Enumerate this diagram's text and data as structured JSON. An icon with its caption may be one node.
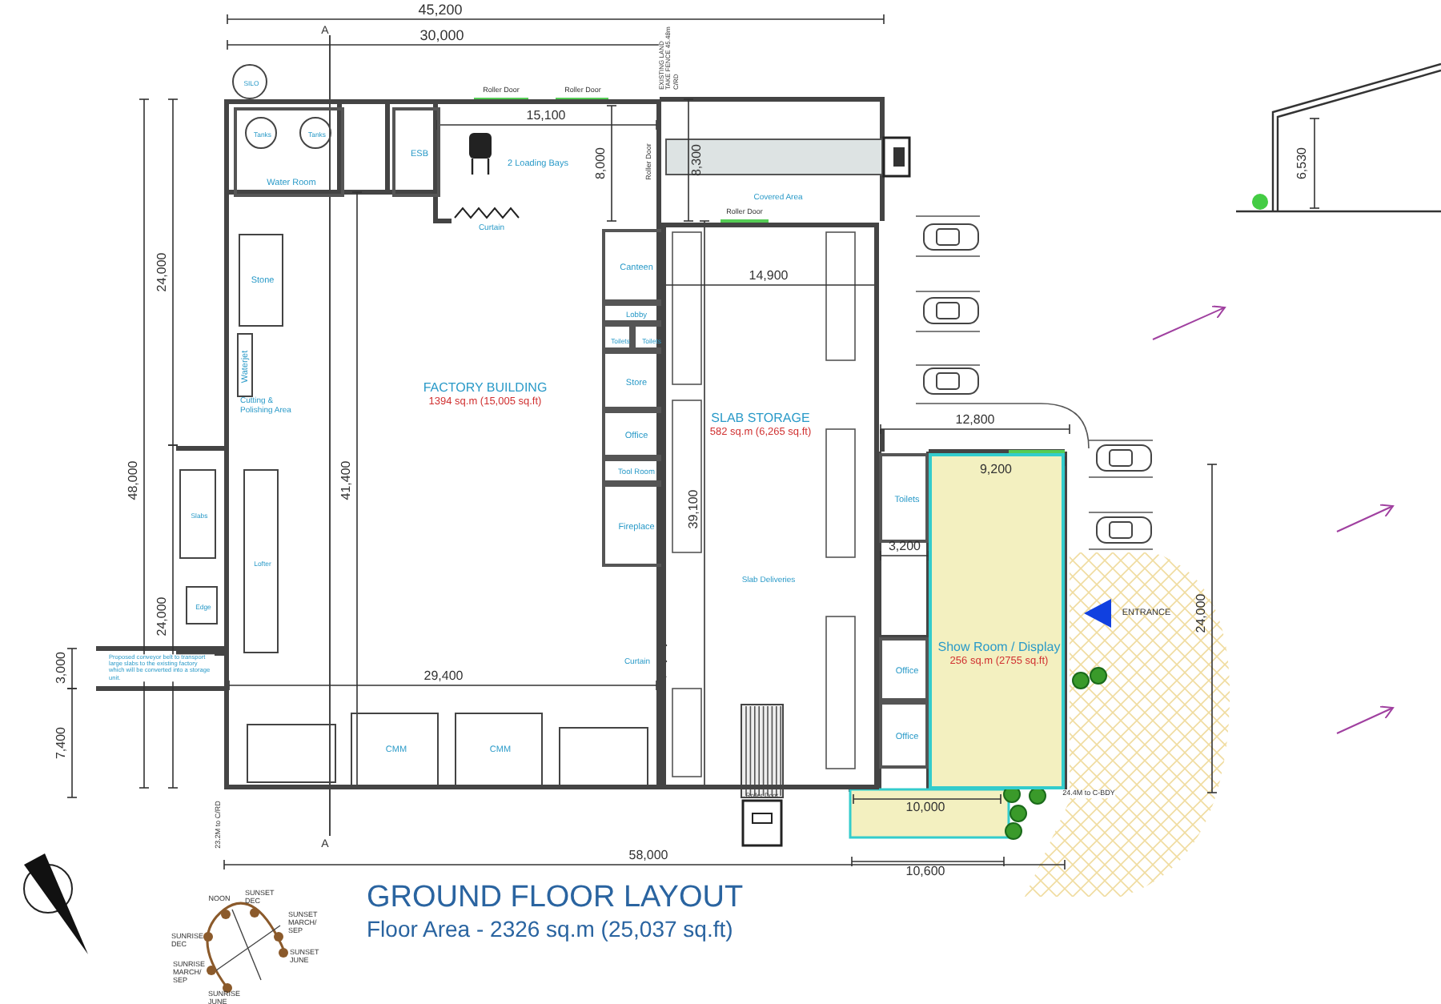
{
  "diagram": {
    "title": "GROUND FLOOR LAYOUT",
    "caption": "Floor Area - 2326 sq.m (25,037 sq.ft)",
    "nodes": [
      {
        "text": [
          "SILO"
        ]
      },
      {
        "text": [
          "FACTORY BUILDING",
          "1394 sq.m (15,005 sq.ft)"
        ]
      },
      {
        "text": [
          "Water Room"
        ],
        "in": 1
      },
      {
        "text": [
          "Tanks"
        ],
        "in": 2
      },
      {
        "text": [
          "Tanks"
        ],
        "in": 2
      },
      {
        "text": [
          "ESB"
        ],
        "in": 1
      },
      {
        "text": [
          "2 Loading Bays"
        ],
        "in": 1
      },
      {
        "text": [
          "Stone"
        ],
        "in": 1
      },
      {
        "text": [
          "Waterjet"
        ],
        "in": 1
      },
      {
        "text": [
          "Canteen"
        ],
        "in": 1
      },
      {
        "text": [
          "Lobby"
        ],
        "in": 1
      },
      {
        "text": [
          "Toilets"
        ],
        "in": 1
      },
      {
        "text": [
          "Toilets"
        ],
        "in": 1
      },
      {
        "text": [
          "Store"
        ],
        "in": 1
      },
      {
        "text": [
          "Office"
        ],
        "in": 1
      },
      {
        "text": [
          "Tool Room"
        ],
        "in": 1
      },
      {
        "text": [
          "Fireplace"
        ],
        "in": 1
      },
      {
        "text": [
          "Slabs"
        ]
      },
      {
        "text": [
          "Edge"
        ]
      },
      {
        "text": [
          "Lofter"
        ],
        "in": 1
      },
      {
        "text": [],
        "shape": "box",
        "in": 1
      },
      {
        "text": [
          "CMM"
        ],
        "in": 1
      },
      {
        "text": [
          "CMM"
        ],
        "in": 1
      },
      {
        "text": [],
        "shape": "box",
        "in": 1
      },
      {
        "text": [
          "SLAB STORAGE",
          "582 sq.m (6,265 sq.ft)"
        ]
      },
      {
        "text": [
          "Toilets"
        ]
      },
      {
        "text": [
          "Show Room / Display",
          "256 sq.m (2755 sq.ft)"
        ]
      },
      {
        "text": [
          "Office"
        ]
      },
      {
        "text": [
          "Office"
        ]
      }
    ],
    "labels": [
      "45,200",
      "A",
      "30,000",
      "EXISTING LAND TAKE FENCE 45.48m C/RD",
      "Roller Door",
      "Roller Door",
      "15,100",
      "8,000",
      "Roller Door",
      "8,300",
      "6,530",
      "Covered Area",
      "Roller Door",
      "Curtain",
      "Cutting & Polishing Area",
      "14,900",
      "24,000",
      "Slab Deliveries",
      "12,800",
      "9,200",
      "41,400",
      "39,100",
      "48,000",
      "3,200",
      "ENTRANCE",
      "24,000",
      "24,000",
      "3,000",
      "Proposed conveyor belt to transport large slabs to the existing factory which will be converted into a storage unit.",
      "29,400",
      "Curtain",
      "7,400",
      "Roller Door",
      "24.4M to C-BDY",
      "10,000",
      "23.2M to C/RD",
      "A",
      "58,000",
      "10,600",
      "NOON",
      "SUNSET DEC",
      "SUNSET MARCH/ SEP",
      "SUNRISE DEC",
      "SUNSET JUNE",
      "SUNRISE MARCH/ SEP",
      "SUNRISE JUNE"
    ]
  }
}
